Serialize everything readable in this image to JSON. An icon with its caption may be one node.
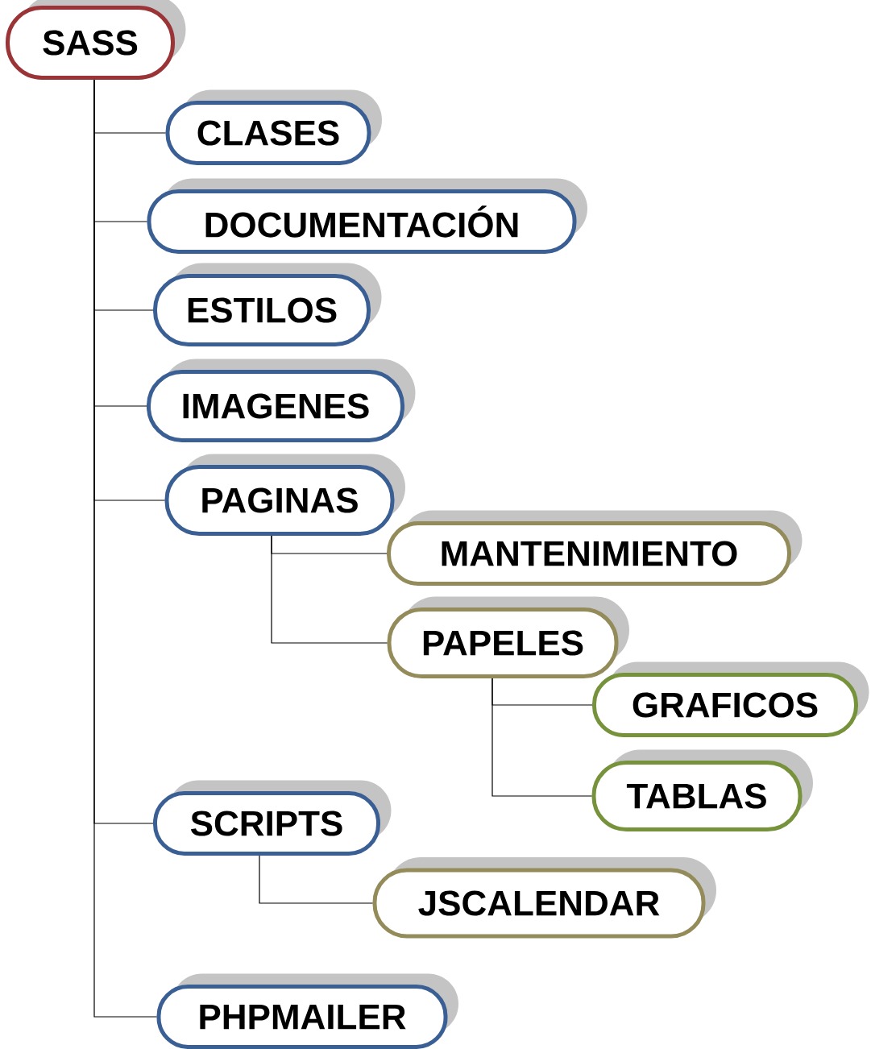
{
  "diagram": {
    "nodes": [
      {
        "text": [
          "SASS"
        ]
      },
      {
        "text": [
          "CLASES"
        ]
      },
      {
        "text": [
          "DOCUMENTACIÓN"
        ]
      },
      {
        "text": [
          "ESTILOS"
        ]
      },
      {
        "text": [
          "IMAGENES"
        ]
      },
      {
        "text": [
          "PAGINAS"
        ]
      },
      {
        "text": [
          "MANTENIMIENTO"
        ]
      },
      {
        "text": [
          "PAPELES"
        ]
      },
      {
        "text": [
          "GRAFICOS"
        ]
      },
      {
        "text": [
          "TABLAS"
        ]
      },
      {
        "text": [
          "SCRIPTS"
        ]
      },
      {
        "text": [
          "JSCALENDAR"
        ]
      },
      {
        "text": [
          "PHPMAILER"
        ]
      }
    ],
    "edges": [
      {
        "from": 0,
        "to": 1,
        "arrow": "none"
      },
      {
        "from": 0,
        "to": 2,
        "arrow": "none"
      },
      {
        "from": 0,
        "to": 3,
        "arrow": "none"
      },
      {
        "from": 0,
        "to": 4,
        "arrow": "none"
      },
      {
        "from": 0,
        "to": 5,
        "arrow": "none"
      },
      {
        "from": 5,
        "to": 6,
        "arrow": "none"
      },
      {
        "from": 5,
        "to": 7,
        "arrow": "none"
      },
      {
        "from": 7,
        "to": 8,
        "arrow": "none"
      },
      {
        "from": 7,
        "to": 9,
        "arrow": "none"
      },
      {
        "from": 0,
        "to": 10,
        "arrow": "none"
      },
      {
        "from": 10,
        "to": 11,
        "arrow": "none"
      },
      {
        "from": 0,
        "to": 12,
        "arrow": "none"
      }
    ]
  }
}
